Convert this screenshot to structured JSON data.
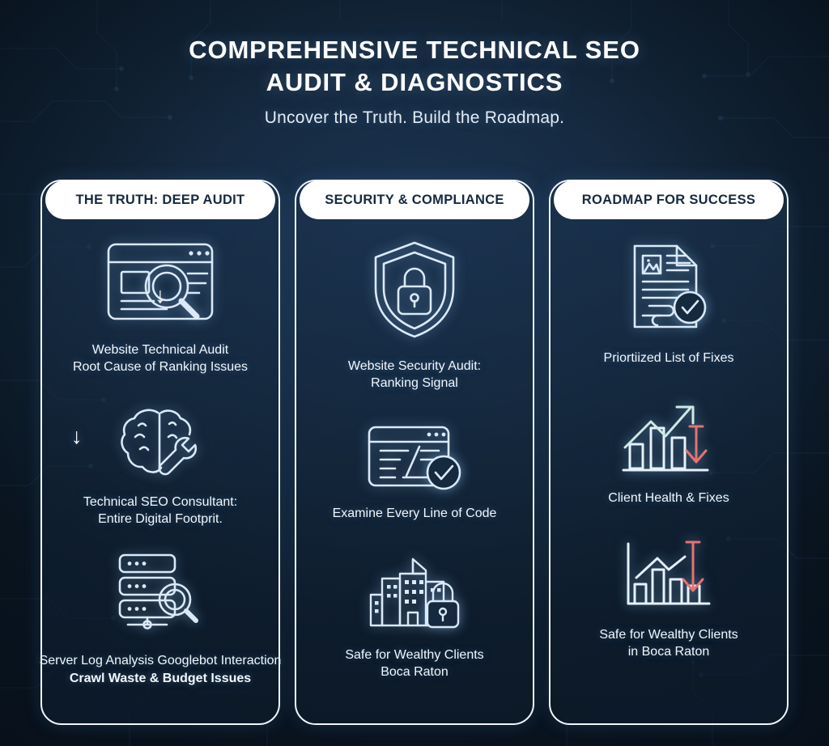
{
  "colors": {
    "background_deep": "#0b1724",
    "background_mid": "#15293f",
    "panel_border": "#f2f6fa",
    "header_pill_bg": "#ffffff",
    "header_pill_text": "#16293f",
    "body_text": "#f2f7fc",
    "icon_stroke": "#dbe9f7",
    "accent_up_arrow": "#cfe9e4",
    "accent_down_arrow": "#e8726f"
  },
  "header": {
    "title_line_1": "COMPREHENSIVE TECHNICAL SEO",
    "title_line_2": "AUDIT & DIAGNOSTICS",
    "subtitle": "Uncover the Truth. Build the Roadmap."
  },
  "columns": [
    {
      "id": "deep-audit",
      "header": "THE TRUTH: DEEP AUDIT",
      "blocks": [
        {
          "icon": "browser-magnifier-icon",
          "text_line_1": "Website Technical Audit",
          "text_line_2": "Root Cause of Ranking Issues"
        },
        {
          "icon": "brain-wrench-icon",
          "text_line_1": "Technical SEO Consultant:",
          "text_line_2": "Entire Digital Footprit."
        },
        {
          "icon": "server-magnifier-icon",
          "text_line_1": "Server Log Analysis Googlebot Interaction",
          "text_line_2": "Crawl Waste & Budget Issues"
        }
      ],
      "connectors": [
        "arrow-down-icon",
        "arrow-down-icon"
      ]
    },
    {
      "id": "security-compliance",
      "header": "SECURITY & COMPLIANCE",
      "blocks": [
        {
          "icon": "shield-lock-icon",
          "text_line_1": "Website Security Audit:",
          "text_line_2": "Ranking Signal"
        },
        {
          "icon": "code-window-check-icon",
          "text_line_1": "Examine Every Line of Code",
          "text_line_2": ""
        },
        {
          "icon": "buildings-lock-icon",
          "text_line_1": "Safe for Wealthy Clients",
          "text_line_2": "Boca Raton"
        }
      ],
      "connectors": []
    },
    {
      "id": "roadmap-success",
      "header": "ROADMAP FOR SUCCESS",
      "blocks": [
        {
          "icon": "document-checklist-icon",
          "text_line_1": "Priortiized List of Fixes",
          "text_line_2": ""
        },
        {
          "icon": "bar-chart-up-down-icon",
          "text_line_1": "Client Health & Fixes",
          "text_line_2": ""
        },
        {
          "icon": "bar-chart-decline-icon",
          "text_line_1": "Safe for Wealthy Clients",
          "text_line_2": "in Boca Raton"
        }
      ],
      "connectors": []
    }
  ]
}
